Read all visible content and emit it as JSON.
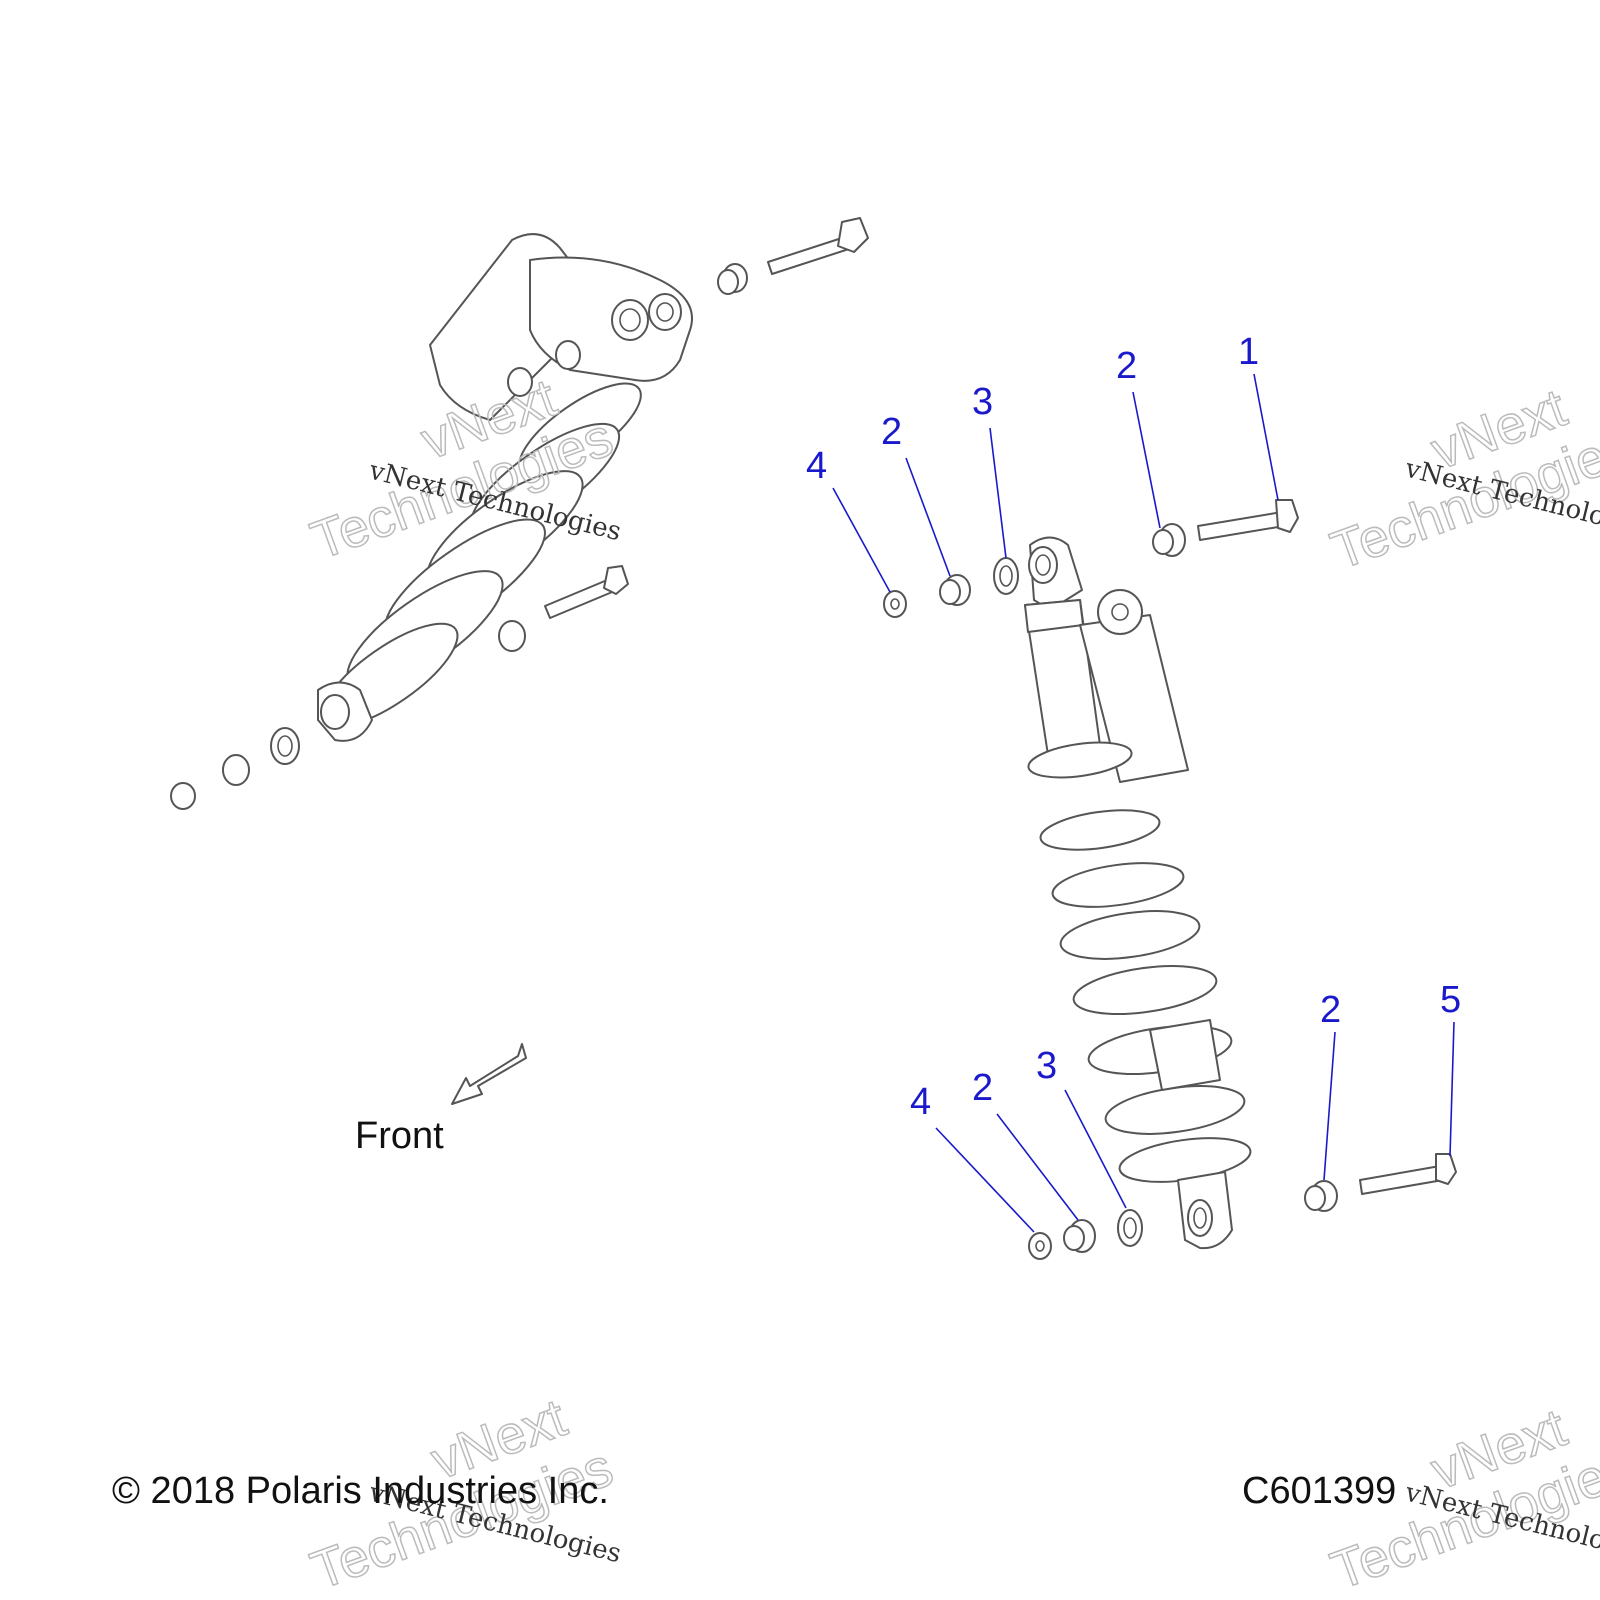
{
  "callouts": [
    {
      "label": "1"
    },
    {
      "label": "2"
    },
    {
      "label": "3"
    },
    {
      "label": "2"
    },
    {
      "label": "4"
    },
    {
      "label": "2"
    },
    {
      "label": "5"
    },
    {
      "label": "3"
    },
    {
      "label": "2"
    },
    {
      "label": "4"
    }
  ],
  "front_label": "Front",
  "copyright": "© 2018 Polaris Industries Inc.",
  "figure_id": "C601399",
  "watermark": {
    "small": "vNext Technologies",
    "line1": "vNext",
    "line2": "Technologies"
  },
  "colors": {
    "callout": "#1a1acc",
    "outline": "#555555"
  }
}
